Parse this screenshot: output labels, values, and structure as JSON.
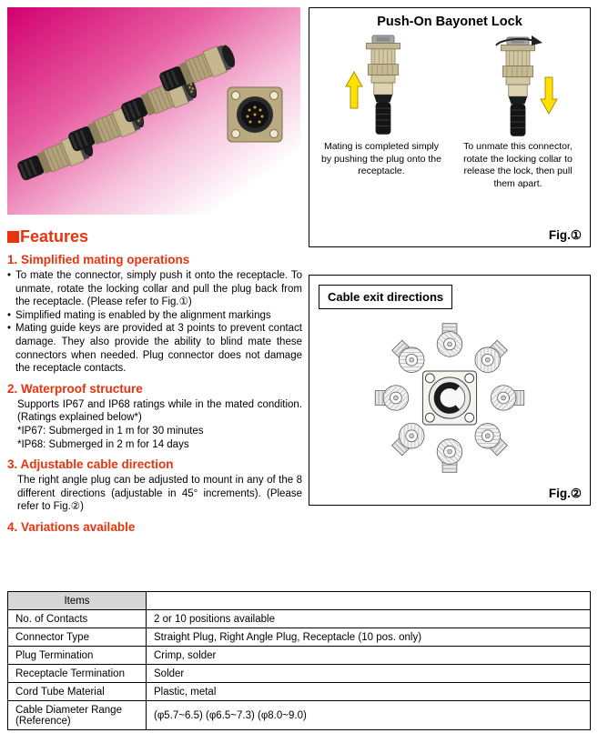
{
  "colors": {
    "heading_red": "#e8330d",
    "photo_magenta": "#d2006e",
    "arrow_yellow": "#ffe100",
    "table_header_bg": "#d6d6d6"
  },
  "photo": {
    "description": "Four circular bayonet-lock plugs and one square-flange panel receptacle on a magenta gradient background"
  },
  "bayonet": {
    "title": "Push-On Bayonet Lock",
    "left_caption": "Mating is completed simply by pushing the plug onto the receptacle.",
    "right_caption": "To unmate this connector, rotate the locking collar to release the lock, then pull them apart.",
    "fig": "Fig.①"
  },
  "cable_exit": {
    "title": "Cable exit directions",
    "fig": "Fig.②"
  },
  "features": {
    "heading": "Features",
    "s1": {
      "title": "1. Simplified mating operations",
      "b1": "To mate the connector, simply push it onto the receptacle.  To unmate, rotate the locking collar and pull the plug back from the receptacle. (Please refer to Fig.①)",
      "b2": "Simplified mating is enabled by the alignment markings",
      "b3": "Mating guide keys are provided at 3 points to prevent contact damage. They also provide the ability to blind mate these connectors when needed. Plug connector does not damage the receptacle contacts."
    },
    "s2": {
      "title": "2. Waterproof structure",
      "p1": "Supports IP67 and IP68 ratings while in the mated condition.  (Ratings explained below*)",
      "p2": "*IP67: Submerged in 1 m for 30 minutes",
      "p3": "*IP68: Submerged in 2 m for 14 days"
    },
    "s3": {
      "title": "3. Adjustable cable direction",
      "p1": "The right angle plug can be adjusted to mount in any of the 8 different directions (adjustable in 45° increments).  (Please refer to Fig.②)"
    },
    "s4": {
      "title": "4. Variations available"
    }
  },
  "table": {
    "header": "Items",
    "rows": [
      {
        "label": "No. of Contacts",
        "value": "2 or 10 positions available"
      },
      {
        "label": "Connector Type",
        "value": "Straight Plug, Right Angle Plug, Receptacle (10 pos. only)"
      },
      {
        "label": "Plug Termination",
        "value": "Crimp, solder"
      },
      {
        "label": "Receptacle Termination",
        "value": "Solder"
      },
      {
        "label": "Cord Tube Material",
        "value": "Plastic, metal"
      },
      {
        "label": "Cable Diameter Range (Reference)",
        "value": "(φ5.7~6.5)  (φ6.5~7.3)  (φ8.0~9.0)"
      }
    ]
  }
}
